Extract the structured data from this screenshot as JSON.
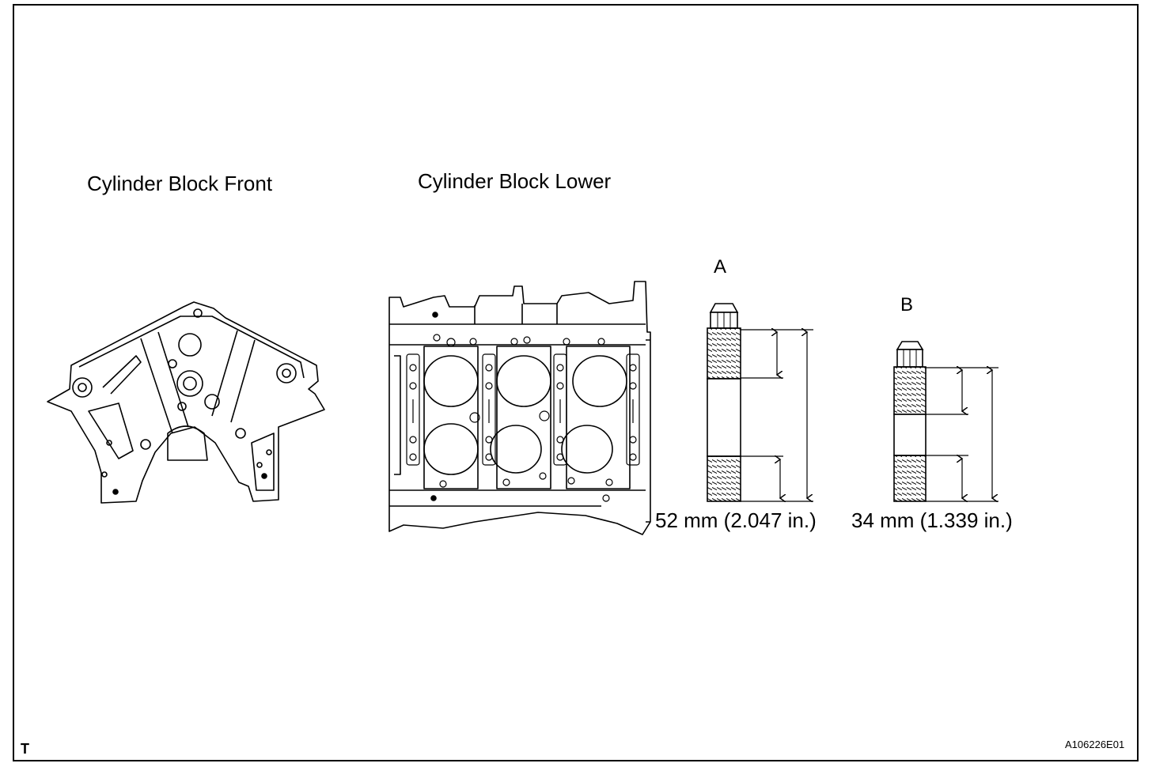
{
  "labels": {
    "cylinder_block_front": "Cylinder Block Front",
    "cylinder_block_lower": "Cylinder Block Lower",
    "bolt_a": "A",
    "bolt_b": "B",
    "bolt_a_length": "52 mm (2.047 in.)",
    "bolt_b_length": "34 mm (1.339 in.)",
    "corner_mark": "T",
    "figure_code": "A106226E01"
  },
  "colors": {
    "line": "#000000",
    "background": "#ffffff"
  },
  "icons": {
    "front_view": "engine-block-front-drawing",
    "lower_view": "engine-block-lower-drawing",
    "stud_bolt": "stud-bolt-drawing"
  }
}
